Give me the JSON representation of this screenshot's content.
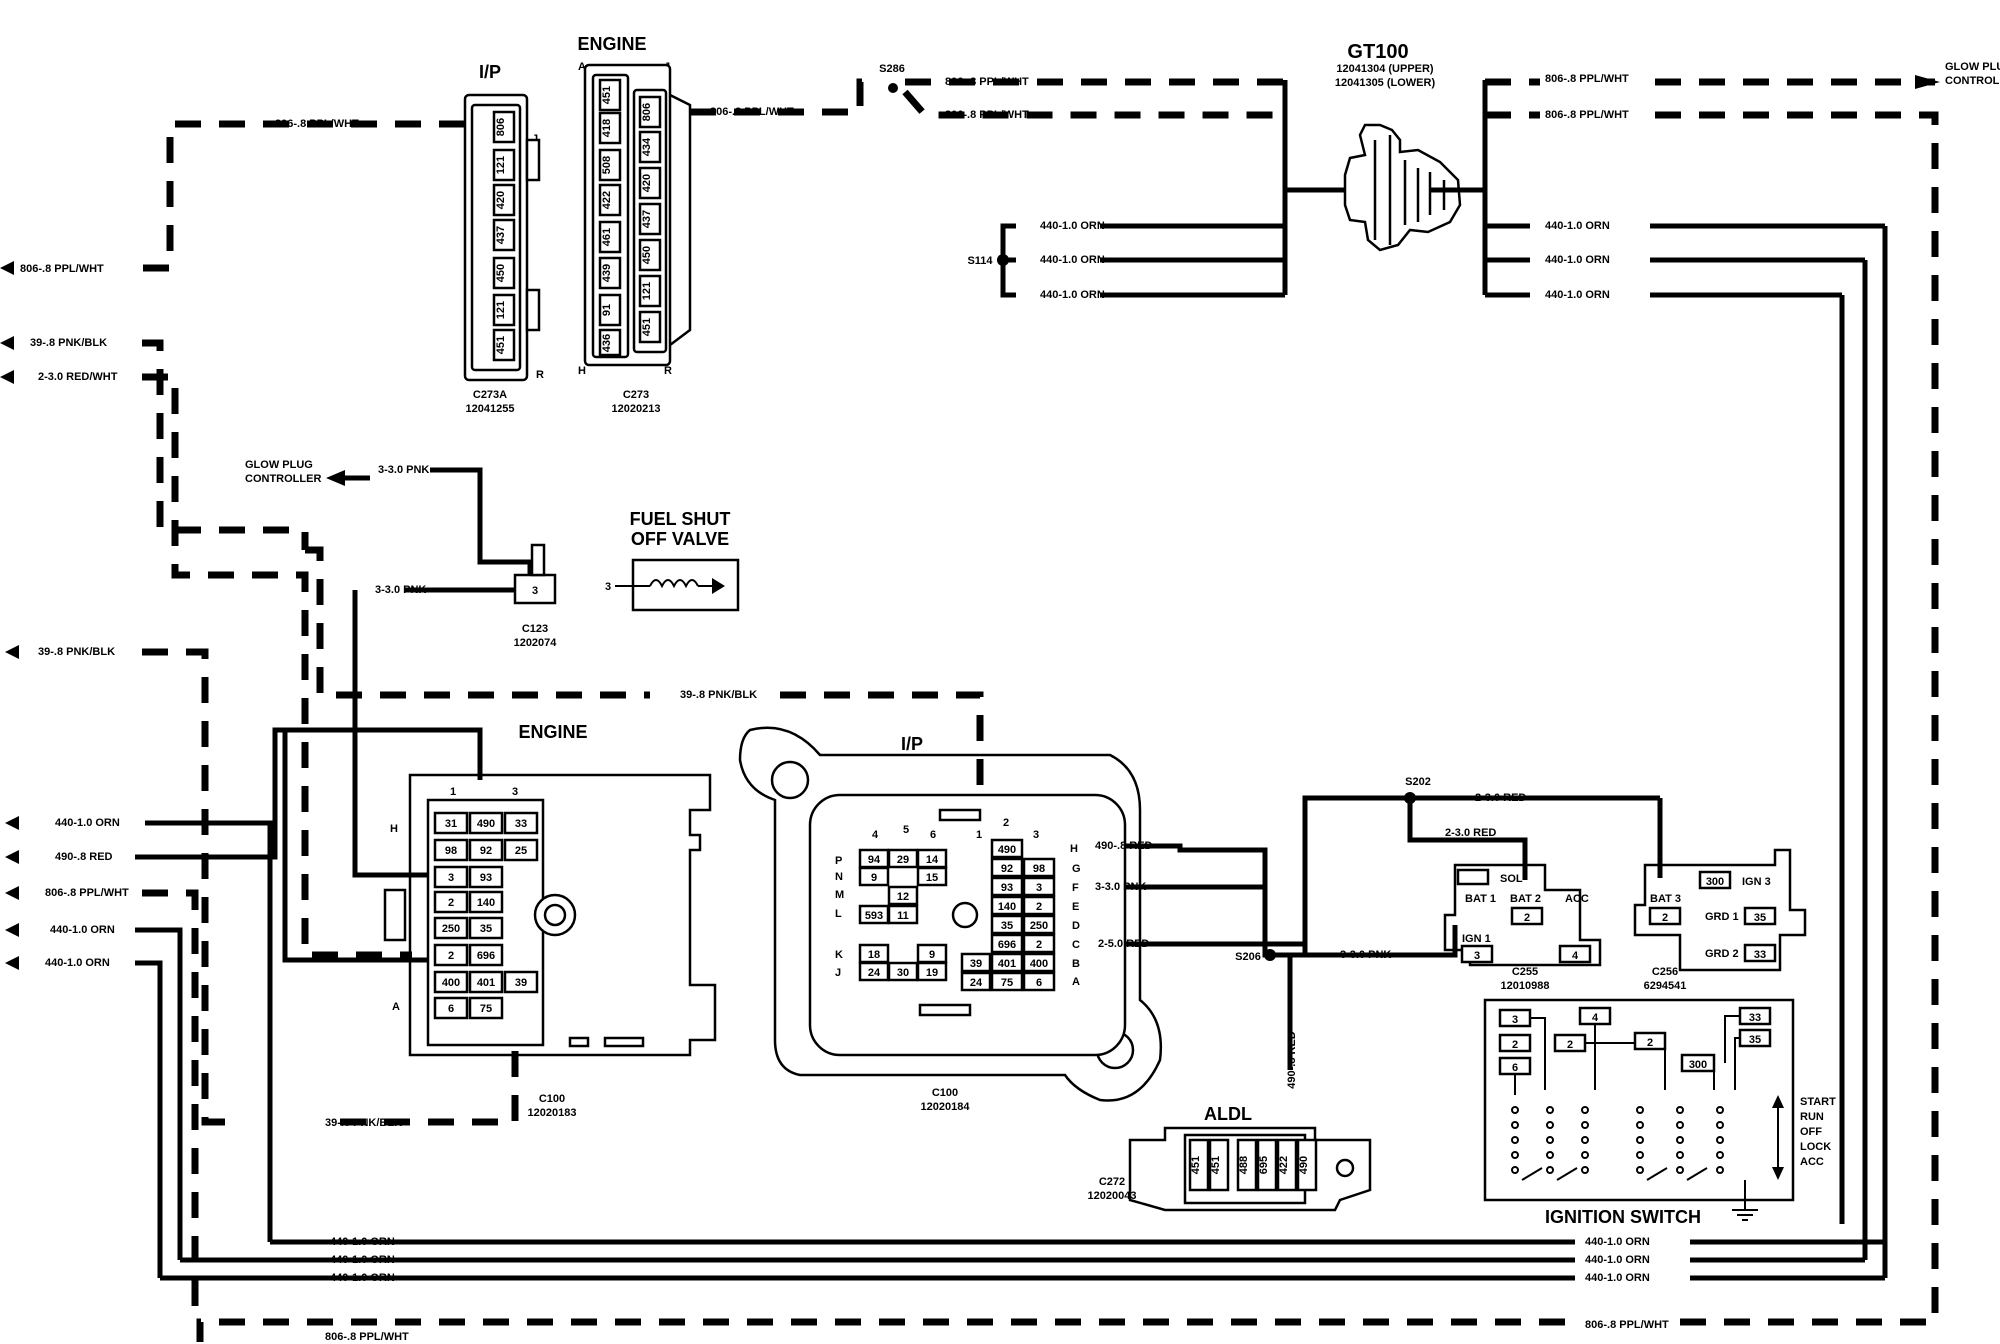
{
  "components": {
    "gt100": {
      "title": "GT100",
      "part_upper": "12041304 (UPPER)",
      "part_lower": "12041305 (LOWER)"
    },
    "glow_plug_controller_right": {
      "line1": "GLOW PLUG",
      "line2": "CONTROLLER"
    },
    "glow_plug_controller_left": {
      "line1": "GLOW PLUG",
      "line2": "CONTROLLER"
    },
    "fuel_shut_off_valve": {
      "line1": "FUEL SHUT",
      "line2": "OFF VALVE",
      "pin": "3"
    },
    "c273a": {
      "title": "I/P",
      "id": "C273A",
      "part": "12041255",
      "pin_j": "J",
      "pin_r": "R",
      "cavities": [
        "806",
        "121",
        "420",
        "437",
        "450",
        "121",
        "451"
      ]
    },
    "c273": {
      "title": "ENGINE",
      "id": "C273",
      "part": "12020213",
      "pin_a": "A",
      "pin_j": "J",
      "pin_h": "H",
      "pin_r": "R",
      "cavities_left": [
        "451",
        "418",
        "508",
        "422",
        "461",
        "439",
        "91",
        "436"
      ],
      "cavities_right": [
        "806",
        "434",
        "420",
        "437",
        "450",
        "121",
        "451"
      ]
    },
    "c123": {
      "id": "C123",
      "part": "1202074",
      "cavity": "3"
    },
    "c100_engine": {
      "title": "ENGINE",
      "id": "C100",
      "part": "12020183",
      "pin_1": "1",
      "pin_3": "3",
      "pin_h": "H",
      "pin_a": "A",
      "rows": [
        [
          "31",
          "490",
          "33"
        ],
        [
          "98",
          "92",
          "25"
        ],
        [
          "3",
          "93"
        ],
        [
          "2",
          "140"
        ],
        [
          "250",
          "35"
        ],
        [
          "2",
          "696"
        ],
        [
          "400",
          "401",
          "39"
        ],
        [
          "6",
          "75"
        ]
      ]
    },
    "c100_ip": {
      "title": "I/P",
      "id": "C100",
      "part": "12020184",
      "col_nums": [
        "4",
        "5",
        "6",
        "1",
        "2",
        "3"
      ],
      "row_letters_left": [
        "P",
        "N",
        "M",
        "L",
        "K",
        "J"
      ],
      "row_letters_right": [
        "H",
        "G",
        "F",
        "E",
        "D",
        "C",
        "B",
        "A"
      ],
      "left_cavities": [
        [
          "94",
          "29",
          "14"
        ],
        [
          "9",
          "15"
        ],
        [
          "12"
        ],
        [
          "593",
          "11"
        ],
        [
          "18",
          "9"
        ],
        [
          "24",
          "30",
          "19"
        ]
      ],
      "right_cavities": [
        [
          "490"
        ],
        [
          "92",
          "98"
        ],
        [
          "93",
          "3"
        ],
        [
          "140",
          "2"
        ],
        [
          "35",
          "250"
        ],
        [
          "696",
          "2"
        ],
        [
          "39",
          "401",
          "400"
        ],
        [
          "24",
          "75",
          "6"
        ]
      ]
    },
    "c255": {
      "id": "C255",
      "part": "12010988",
      "sol": "SOL",
      "bat1": "BAT 1",
      "bat2": "BAT 2",
      "ign1": "IGN 1",
      "acc": "ACC",
      "cav_bat2": "2",
      "cav_ign1": "3",
      "cav_acc": "4"
    },
    "c256": {
      "id": "C256",
      "part": "6294541",
      "bat3": "BAT 3",
      "ign3": "IGN 3",
      "grd1": "GRD 1",
      "grd2": "GRD 2",
      "cav_300": "300",
      "cav_bat3": "2",
      "cav_grd1": "35",
      "cav_grd2": "33"
    },
    "c272": {
      "title": "ALDL",
      "id": "C272",
      "part": "12020043",
      "cavities": [
        "451",
        "451",
        "488",
        "695",
        "422",
        "490"
      ]
    },
    "ignition_switch": {
      "title": "IGNITION SWITCH",
      "positions": [
        "START",
        "RUN",
        "OFF",
        "LOCK",
        "ACC"
      ],
      "cavities": [
        "3",
        "2",
        "6",
        "4",
        "2",
        "2",
        "300",
        "33",
        "35"
      ]
    }
  },
  "splices": {
    "s286": "S286",
    "s114": "S114",
    "s202": "S202",
    "s206": "S206"
  },
  "wires": {
    "w806_top": "806-.8 PPL/WHT",
    "w806_c273": "806-.8 PPL/WHT",
    "w806_gt_a": "806-.8 PPL/WHT",
    "w806_gt_b": "806-.8 PPL/WHT",
    "w806_right_a": "806-.8 PPL/WHT",
    "w806_right_b": "806-.8 PPL/WHT",
    "w806_left": "806-.8 PPL/WHT",
    "w806_c100": "806-.8 PPL/WHT",
    "w806_bottom_right": "806-.8 PPL/WHT",
    "w806_bottom_left": "806-.8 PPL/WHT",
    "w440_s114_a": "440-1.0 ORN",
    "w440_s114_b": "440-1.0 ORN",
    "w440_s114_c": "440-1.0 ORN",
    "w440_right_a": "440-1.0 ORN",
    "w440_right_b": "440-1.0 ORN",
    "w440_right_c": "440-1.0 ORN",
    "w440_left_a": "440-1.0 ORN",
    "w440_left_b": "440-1.0 ORN",
    "w440_left_c": "440-1.0 ORN",
    "w440_bottom_a": "440-1.0 ORN",
    "w440_bottom_b": "440-1.0 ORN",
    "w440_bottom_c": "440-1.0 ORN",
    "w440_bottom_ra": "440-1.0 ORN",
    "w440_bottom_rb": "440-1.0 ORN",
    "w440_bottom_rc": "440-1.0 ORN",
    "w39_left_a": "39-.8 PNK/BLK",
    "w39_left_b": "39-.8 PNK/BLK",
    "w39_mid": "39-.8 PNK/BLK",
    "w39_bottom": "39-.8 PNK/BLK",
    "w2_left": "2-3.0 RED/WHT",
    "w490_left": "490-.8 RED",
    "w490_c100": "490-.8 RED",
    "w490_aldl": "490-.8 RED",
    "w3_gpc": "3-3.0 PNK",
    "w3_c123": "3-3.0 PNK",
    "w3_c100": "3-3.0 PNK",
    "w3_s206": "3-3.0 PNK",
    "w2_c100": "2-5.0 RED",
    "w2_s202_a": "2-3.0 RED",
    "w2_s202_b": "2-3.0 RED"
  }
}
